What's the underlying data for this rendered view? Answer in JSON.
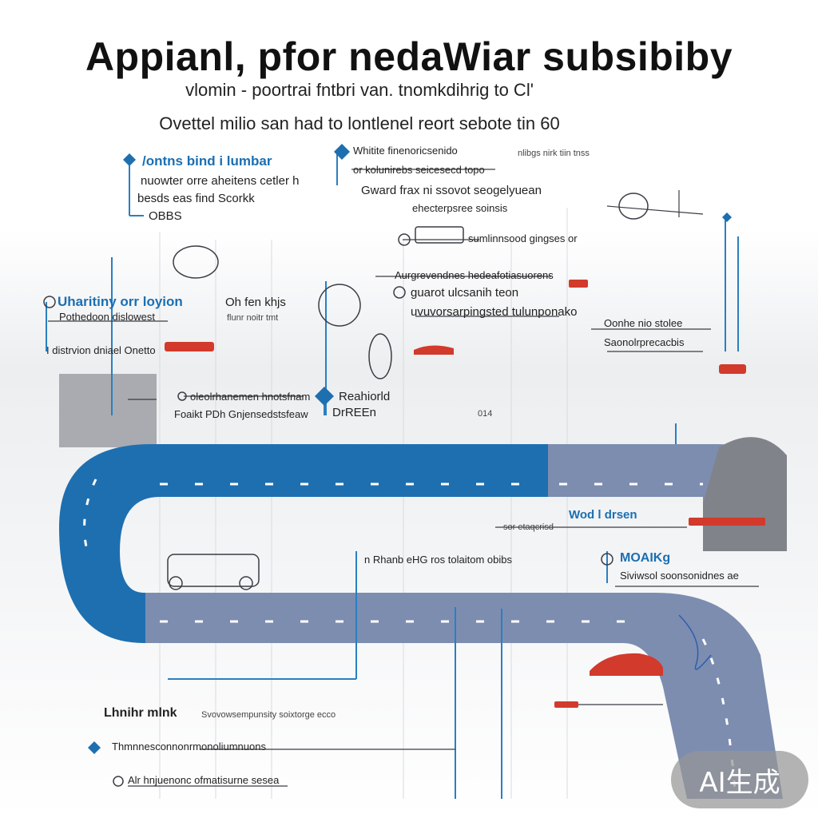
{
  "header": {
    "title": "Appianl, pfor nedaWiar subsibiby",
    "subtitle_1": "vlomin - poortrai fntbri van. tnomkdihrig to Cl'",
    "subtitle_2": "Ovettel milio san  had to lontlenel reort sebote tin 60"
  },
  "labels": {
    "top_left_heading": "/ontns bind i lumbar",
    "top_left_line_1": "nuowter orre aheitens cetler h",
    "top_left_line_2": "besds eas find Scorkk",
    "top_left_line_3": "OBBS",
    "top_center_heading": "Whitite finenoricsenido",
    "top_center_line_1": "or kolunirebs seicesecd topo",
    "top_center_line_2": "Gward frax ni ssovot seogelyuean",
    "top_center_line_3": "ehecterpsree soinsis",
    "top_center_line_4": "sumlinnsood gingses or",
    "top_right_small": "nlibgs nirk tiin tnss",
    "mid_left_heading": "Uharitiny orr loyion",
    "mid_left_line_1": "Pothedoon dislowest",
    "mid_left_line_2": "I distrvion dniael Onetto",
    "mid_top_heading": "Oh fen khjs",
    "mid_top_line": "flunr noitr tmt",
    "mid_center_line_1": "Aurgrevendnes hedeafotiasuorens",
    "mid_center_line_2": "guarot ulcsanih teon",
    "mid_center_line_3": "uvuvorsarpingsted tulunponako",
    "right_heading": "Oonhe nio stolee",
    "right_line": "Saonolrprecacbis",
    "lower_left_line_1": "oleolrhanemen hnotsfnam",
    "lower_left_line_2": "Foaikt PDh  Gnjensedstsfeaw",
    "lower_center_heading": "Reahiorld",
    "lower_center_line": "DrREEn",
    "lower_center_small": "014",
    "road_right_label": "Wod l drsen",
    "road_right_small": "sor etaqcrisd",
    "road_lower_mid": "n Rhanb eHG ros tolaitom obibs",
    "road_lower_right_heading": "MOAIKg",
    "road_lower_right_line": "Siviwsol soonsonidnes ae",
    "bottom_1_heading": "Lhnihr mlnk",
    "bottom_1_line": "Svovowsempunsity soixtorge ecco",
    "bottom_2_line": "Thmnnesconnonrmonoliumnuons",
    "bottom_3_line": "Alr hnjuenonc ofmatisurne sesea"
  },
  "badge": {
    "text": "AI生成"
  },
  "colors": {
    "road_blue": "#1e6fb0",
    "road_gray": "#7d8db0",
    "accent_red": "#d23a2c",
    "line_blue": "#2a7fc1"
  }
}
